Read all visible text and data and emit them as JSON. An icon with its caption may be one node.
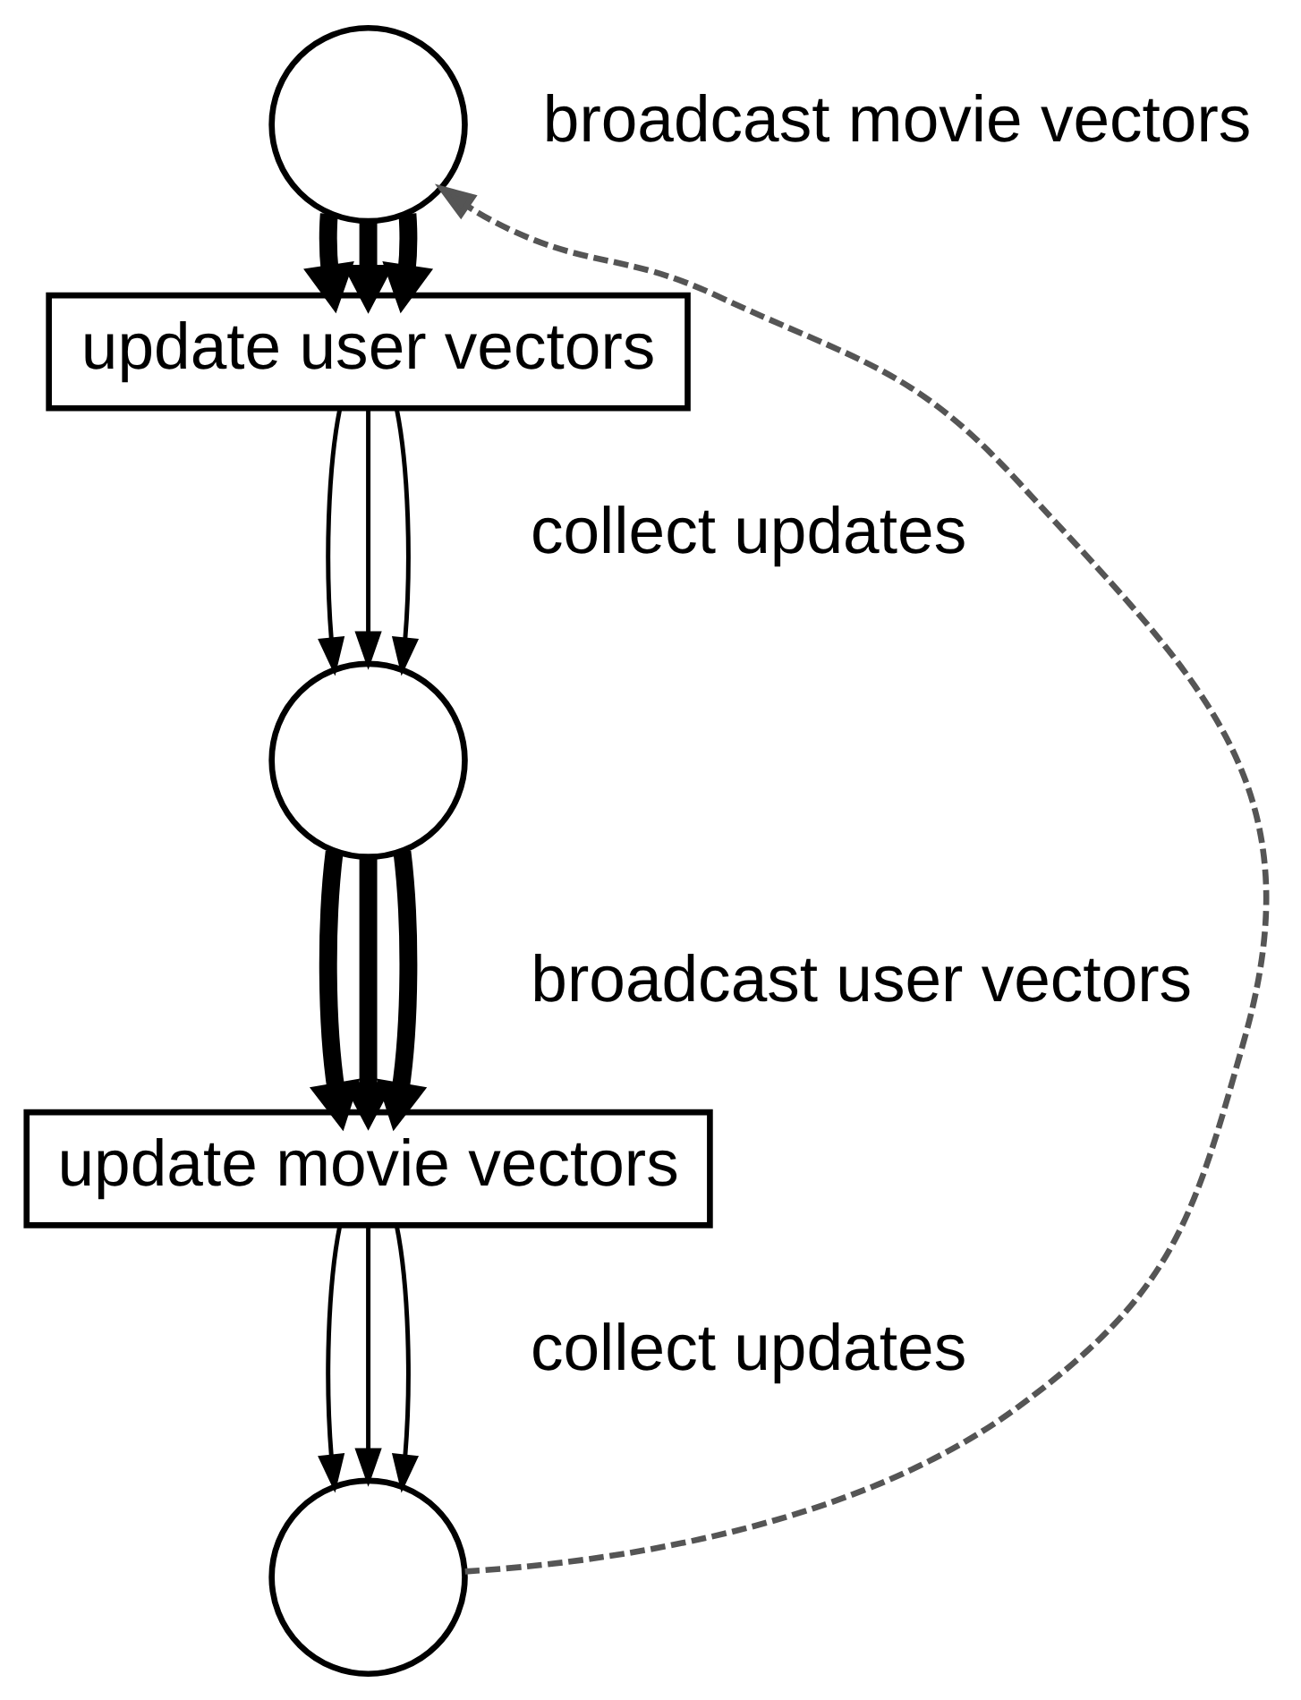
{
  "diagram": {
    "nodes": [
      {
        "text": [],
        "shape": "circle"
      },
      {
        "text": [
          "update user vectors"
        ]
      },
      {
        "text": [],
        "shape": "circle"
      },
      {
        "text": [
          "update movie vectors"
        ]
      },
      {
        "text": [],
        "shape": "circle"
      }
    ],
    "edges": [
      {
        "from": 0,
        "to": 1,
        "arrow": "to",
        "style": "thick"
      },
      {
        "from": 0,
        "to": 1,
        "arrow": "to",
        "style": "thick"
      },
      {
        "from": 0,
        "to": 1,
        "arrow": "to",
        "style": "thick"
      },
      {
        "from": 1,
        "to": 2,
        "arrow": "to"
      },
      {
        "from": 1,
        "to": 2,
        "arrow": "to"
      },
      {
        "from": 1,
        "to": 2,
        "arrow": "to"
      },
      {
        "from": 2,
        "to": 3,
        "arrow": "to",
        "style": "thick"
      },
      {
        "from": 2,
        "to": 3,
        "arrow": "to",
        "style": "thick"
      },
      {
        "from": 2,
        "to": 3,
        "arrow": "to",
        "style": "thick"
      },
      {
        "from": 3,
        "to": 4,
        "arrow": "to"
      },
      {
        "from": 3,
        "to": 4,
        "arrow": "to"
      },
      {
        "from": 3,
        "to": 4,
        "arrow": "to"
      },
      {
        "from": 4,
        "to": 0,
        "arrow": "to",
        "style": "dashed",
        "color": "#555555"
      }
    ],
    "labels": [
      "broadcast movie vectors",
      "collect updates",
      "broadcast user vectors",
      "collect updates"
    ]
  }
}
